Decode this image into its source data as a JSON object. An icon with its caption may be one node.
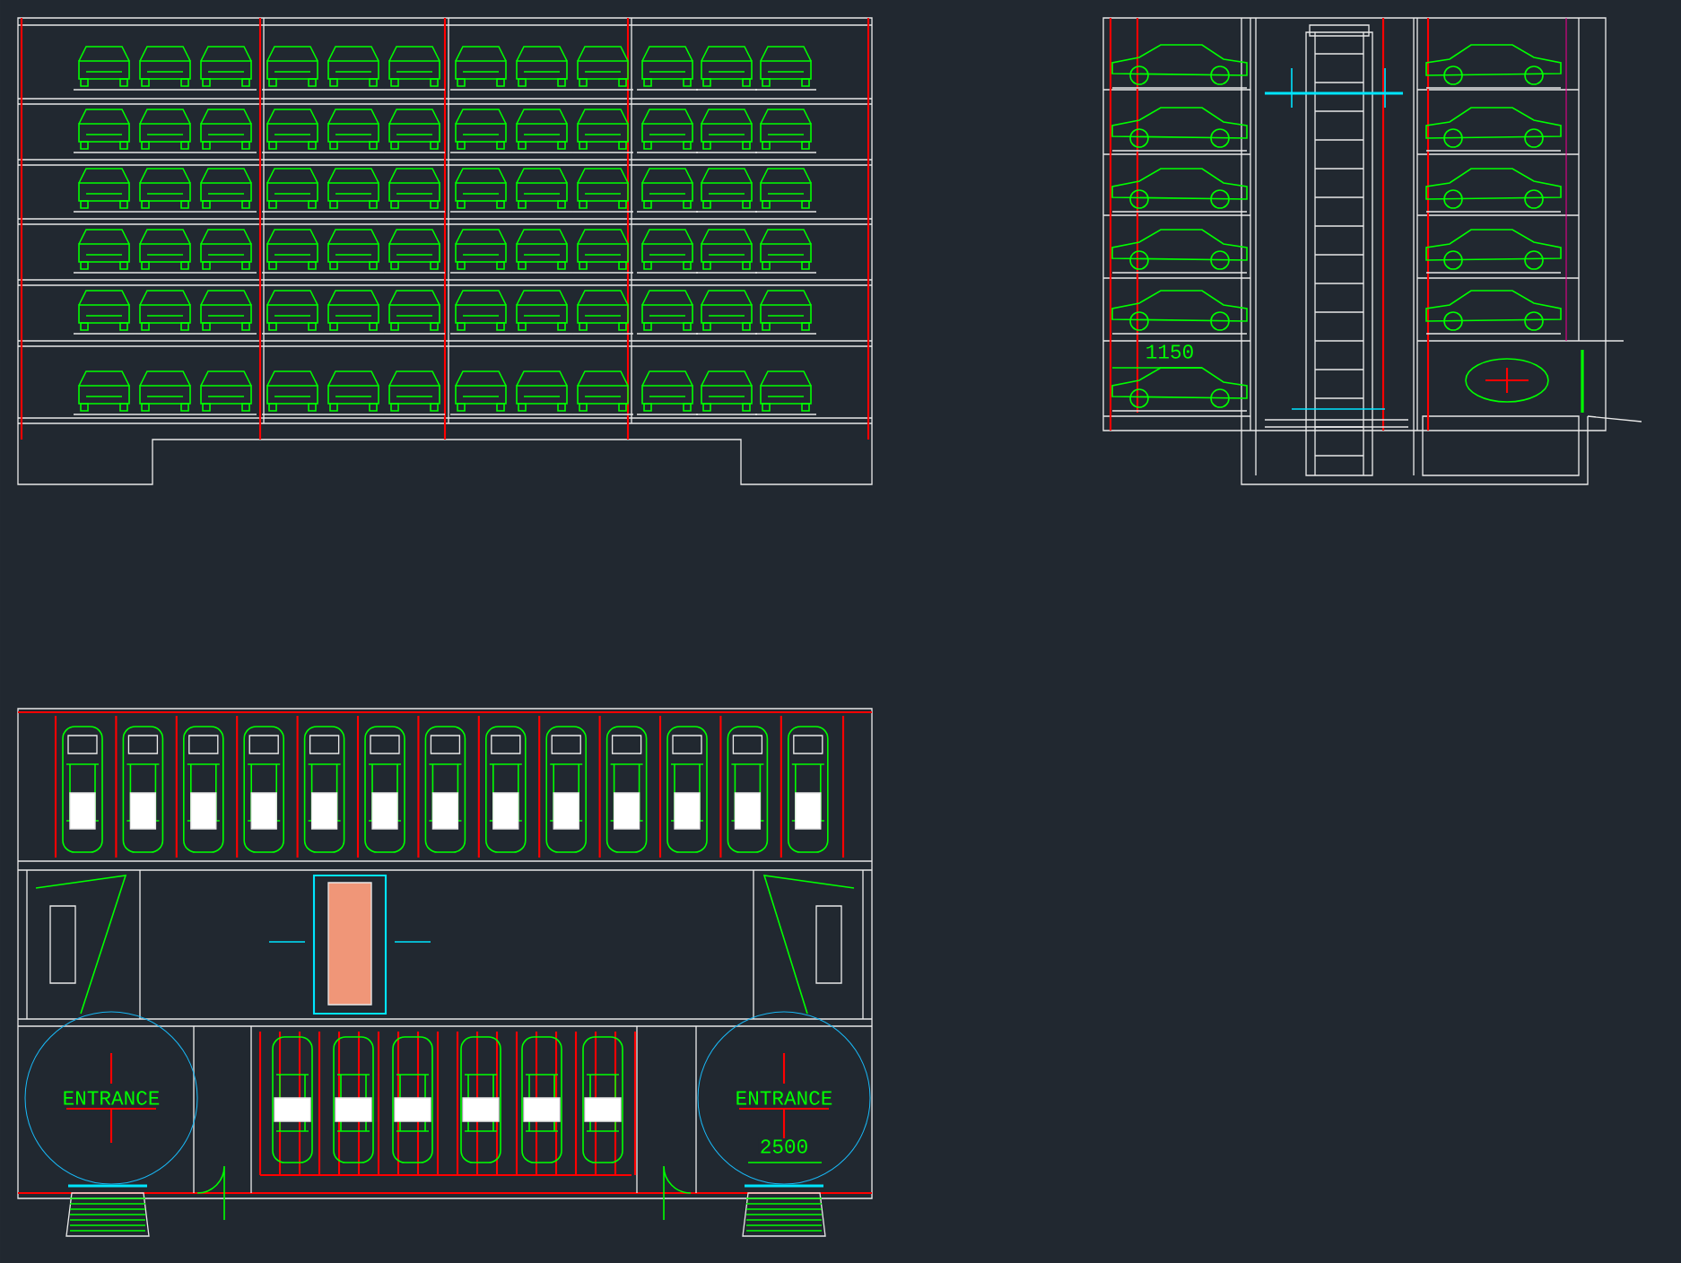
{
  "diagram": {
    "nodes": [
      {
        "text": [
          "ENTRANCE"
        ]
      },
      {
        "text": [
          "ENTRANCE"
        ]
      }
    ],
    "labels": [
      "1150",
      "2500"
    ]
  }
}
